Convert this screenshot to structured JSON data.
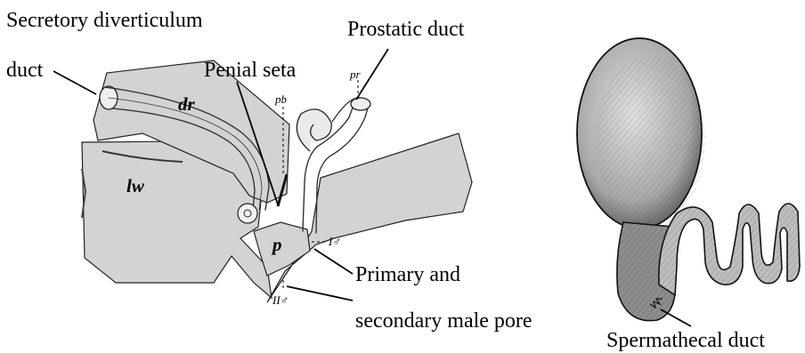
{
  "labels": {
    "secretory": "Secretory diverticulum",
    "duct": "duct",
    "penial_seta": "Penial seta",
    "prostatic_duct": "Prostatic duct",
    "primary_and": "Primary and",
    "secondary_pore": "secondary male pore",
    "spermathecal_duct": "Spermathecal duct"
  },
  "annotations": {
    "dr": "dr",
    "lw": "lw",
    "p": "p",
    "pb": "pb",
    "pr": "pr",
    "i_male": "I♂",
    "ii_male": "II♂"
  }
}
